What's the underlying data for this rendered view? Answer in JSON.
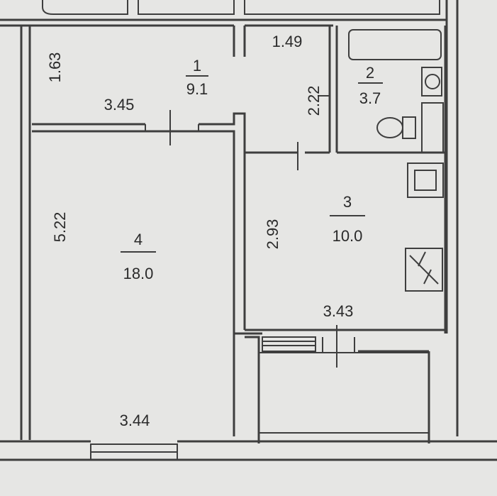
{
  "rooms": [
    {
      "number": "1",
      "area": "9.1"
    },
    {
      "number": "2",
      "area": "3.7"
    },
    {
      "number": "3",
      "area": "10.0"
    },
    {
      "number": "4",
      "area": "18.0"
    }
  ],
  "dimensions": {
    "hall_height": "1.63",
    "hall_width": "3.45",
    "hall_narrow": "1.49",
    "bath_height": "2.22",
    "room4_height": "5.22",
    "room4_width": "3.44",
    "kitchen_height": "2.93",
    "kitchen_width": "3.43"
  }
}
